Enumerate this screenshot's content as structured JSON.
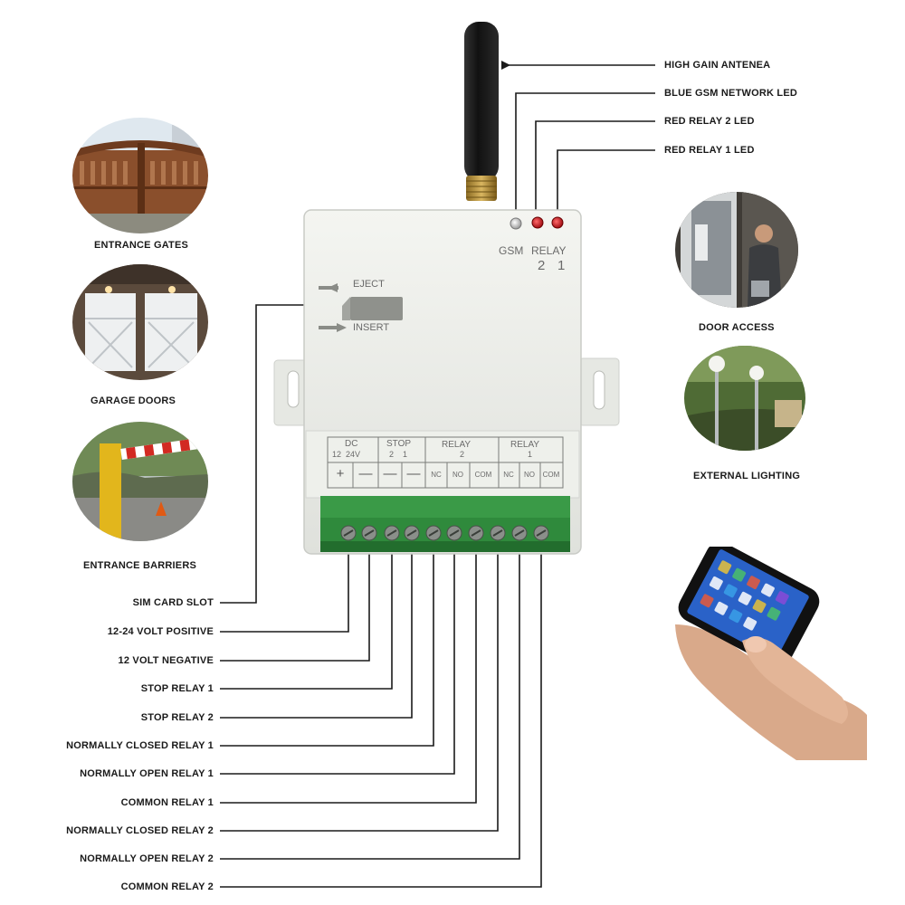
{
  "antenna_labels": [
    "HIGH GAIN ANTENEA",
    "BLUE GSM NETWORK LED",
    "RED RELAY 2 LED",
    "RED RELAY 1 LED"
  ],
  "terminal_labels": [
    "SIM CARD SLOT",
    "12-24 VOLT POSITIVE",
    "12 VOLT NEGATIVE",
    "STOP RELAY 1",
    "STOP RELAY 2",
    "NORMALLY CLOSED RELAY 1",
    "NORMALLY OPEN RELAY 1",
    "COMMON RELAY 1",
    "NORMALLY CLOSED RELAY 2",
    "NORMALLY OPEN RELAY 2",
    "COMMON RELAY 2"
  ],
  "applications": {
    "entrance_gates": "ENTRANCE GATES",
    "garage_doors": "GARAGE DOORS",
    "entrance_barriers": "ENTRANCE BARRIERS",
    "door_access": "DOOR ACCESS",
    "external_lighting": "EXTERNAL LIGHTING"
  },
  "device": {
    "led_labels": {
      "gsm": "GSM",
      "relay": "RELAY",
      "relay2": "2",
      "relay1": "1"
    },
    "sim": {
      "eject": "EJECT",
      "insert": "INSERT"
    },
    "terminal_header": {
      "dc": "DC",
      "dc_sub": "12  24V",
      "stop": "STOP",
      "stop_sub": "2    1",
      "relay2": "RELAY",
      "relay2_num": "2",
      "relay1": "RELAY",
      "relay1_num": "1",
      "row": [
        "+",
        "—",
        "—",
        "—",
        "NC",
        "NO",
        "COM",
        "NC",
        "NO",
        "COM"
      ]
    }
  },
  "colors": {
    "wire": "#1a1a1a",
    "housing": "#e9ebe6",
    "terminal_green": "#2f8a3c",
    "led_red": "#c4141b",
    "antenna": "#1c1c1c"
  }
}
